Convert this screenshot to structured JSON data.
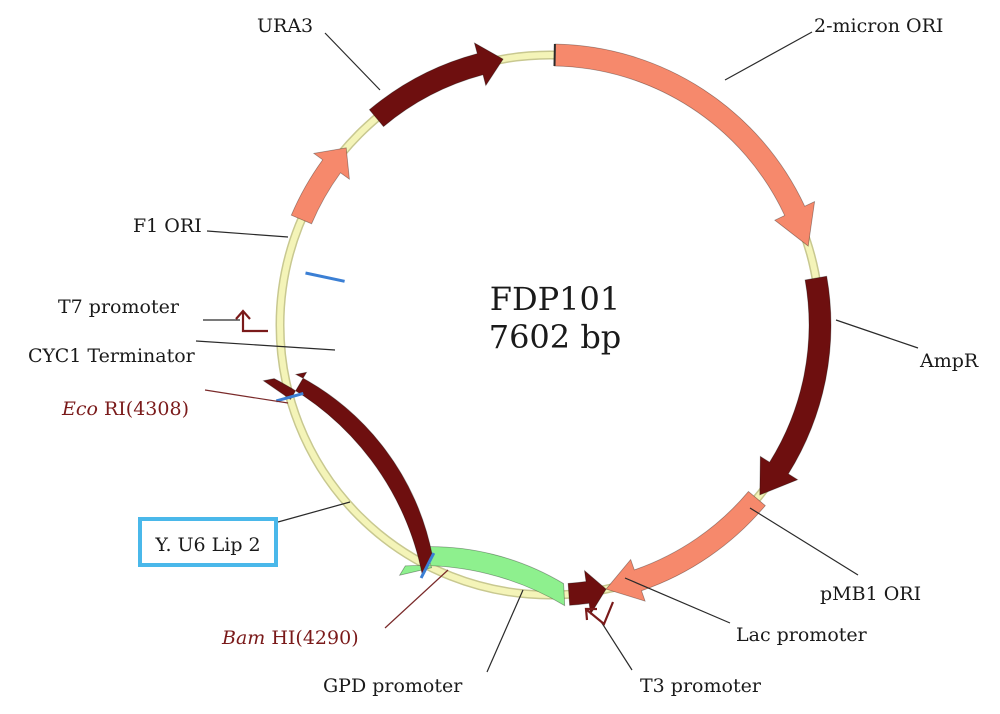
{
  "plasmid": {
    "name": "FDP101",
    "size": "7602 bp"
  },
  "colors": {
    "backbone": "#f4f4b8",
    "backbone_stroke": "#c8c890",
    "dark_feature": "#6e0f0f",
    "salmon_feature": "#f6896c",
    "green_feature": "#8ef08e",
    "site_tick": "#3b7fd4",
    "promoter_arrow": "#7a1a1a",
    "site_label": "#7a1a1a",
    "highlight_box": "#4ab8ea"
  },
  "labels": {
    "ura3": "URA3",
    "two_micron": "2-micron ORI",
    "ampr": "AmpR",
    "pmb1": "pMB1 ORI",
    "lac": "Lac promoter",
    "t3": "T3 promoter",
    "gpd": "GPD promoter",
    "bamhi_name": "Bam",
    "bamhi_rest": " HI(4290)",
    "insert": "Y. U6 Lip 2",
    "ecori_name": "Eco",
    "ecori_rest": " RI(4308)",
    "cyc1": "CYC1 Terminator",
    "t7": "T7 promoter",
    "f1": "F1 ORI"
  }
}
